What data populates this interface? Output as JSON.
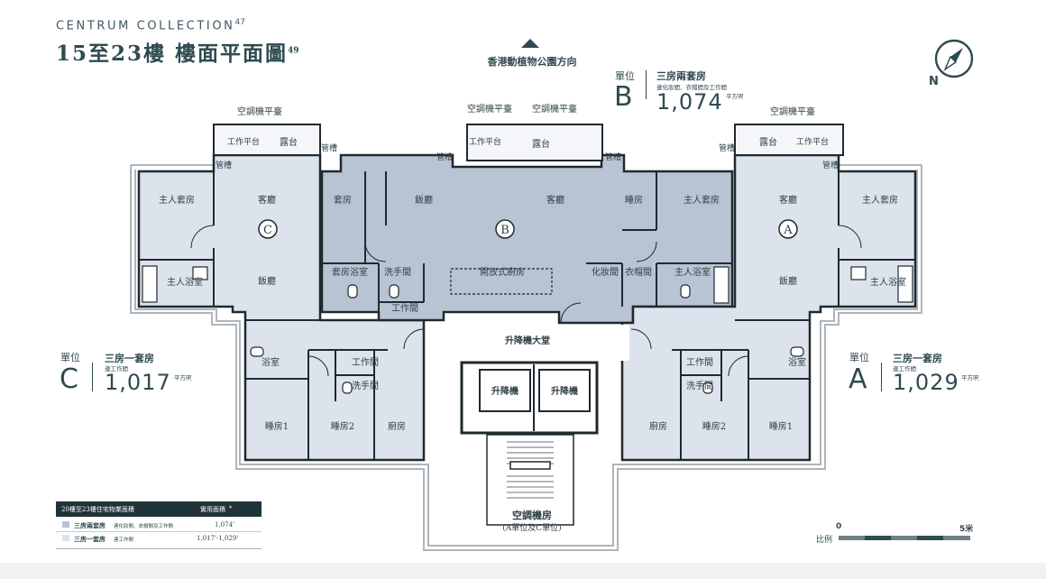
{
  "header": {
    "brand": "CENTRUM COLLECTION",
    "brand_note": "47",
    "title": "15至23樓 樓面平面圖",
    "title_note": "49"
  },
  "direction": {
    "label": "香港動植物公園方向"
  },
  "compass": {
    "label": "N",
    "icon": "compass-icon"
  },
  "units": {
    "b": {
      "label": "單位",
      "letter": "B",
      "type": "三房兩套房",
      "note": "連化妝間、衣帽間及工作間",
      "area": "1,074",
      "unit": "平方呎"
    },
    "c": {
      "label": "單位",
      "letter": "C",
      "type": "三房一套房",
      "note": "連工作間",
      "area": "1,017",
      "unit": "平方呎"
    },
    "a": {
      "label": "單位",
      "letter": "A",
      "type": "三房一套房",
      "note": "連工作間",
      "area": "1,029",
      "unit": "平方呎"
    }
  },
  "rooms": {
    "c": {
      "marker": "C",
      "master": "主人套房",
      "living": "客廳",
      "dining": "飯廳",
      "master_bath": "主人浴室",
      "bath": "浴室",
      "bed1": "睡房1",
      "bed2": "睡房2",
      "kitchen": "廚房",
      "utility": "工作間",
      "lavatory": "洗手間",
      "work_platform": "工作平台",
      "balcony": "露台",
      "ac_platform": "空調機平臺",
      "pipe1": "管槽",
      "pipe2": "管槽"
    },
    "b": {
      "marker": "B",
      "suite": "套房",
      "dining": "飯廳",
      "living": "客廳",
      "bedroom": "睡房",
      "master": "主人套房",
      "suite_bath": "套房浴室",
      "lavatory": "洗手間",
      "kitchen": "開放式廚房",
      "powder": "化妝間",
      "walkin": "衣帽間",
      "master_bath": "主人浴室",
      "utility": "工作間",
      "balcony": "露台",
      "work_platform": "工作平台",
      "ac_platform_left": "空調機平臺",
      "ac_platform_right": "空調機平臺",
      "pipe_left": "管槽",
      "pipe_right": "管槽"
    },
    "a": {
      "marker": "A",
      "master": "主人套房",
      "living": "客廳",
      "dining": "飯廳",
      "master_bath": "主人浴室",
      "bath": "浴室",
      "bed1": "睡房1",
      "bed2": "睡房2",
      "kitchen": "廚房",
      "utility": "工作間",
      "lavatory": "洗手間",
      "work_platform": "工作平台",
      "balcony": "露台",
      "ac_platform": "空調機平臺",
      "pipe1": "管槽",
      "pipe2": "管槽"
    },
    "core": {
      "lobby": "升降機大堂",
      "lift1": "升降機",
      "lift2": "升降機",
      "ac_room": "空調機房",
      "ac_room_note": "(A單位及C單位)"
    }
  },
  "legend": {
    "header": "20樓至23樓住宅物業面積",
    "col": "實用面積",
    "col_mark": "*",
    "rows": [
      {
        "type": "三房兩套房",
        "note": "連化妝間、衣帽間及工作間",
        "area": "1,074'",
        "color": "#b8c3d3"
      },
      {
        "type": "三房一套房",
        "note": "連工作間",
        "area": "1,017'-1,029'",
        "color": "#dde3ec"
      }
    ]
  },
  "scale": {
    "start": "0",
    "end": "5米",
    "label": "比例"
  },
  "colors": {
    "accent": "#2f4a50",
    "unit_b": "#b8c3d3",
    "unit_ac": "#dde3ec"
  }
}
